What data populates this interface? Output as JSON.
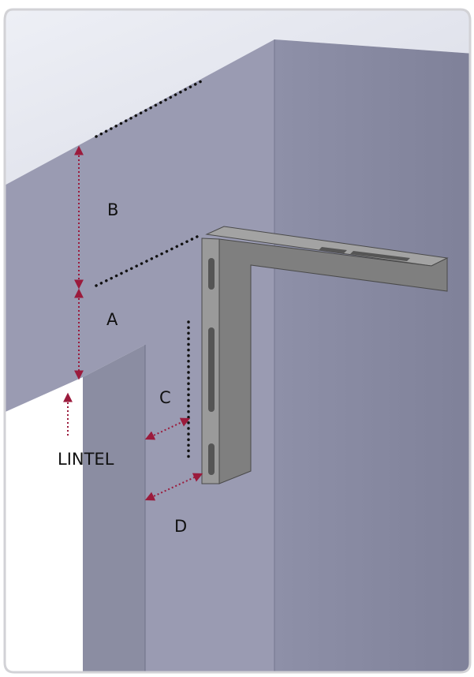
{
  "labels": {
    "a": "A",
    "b": "B",
    "c": "C",
    "d": "D",
    "lintel": "LINTEL"
  },
  "colors": {
    "ceiling": "#e6e7ef",
    "wall_front": "#9a9bb2",
    "wall_side": "#8a8ba3",
    "door_jamb": "#8b8da2",
    "bracket": "#8b8b8b",
    "bracket_dark": "#5f5f5f",
    "dimension_arrow": "#9b1b3c",
    "dotted_guide": "#111111",
    "frame_border": "#d2d2d6"
  },
  "icons": [
    "dimension-arrow-icon",
    "wall-bracket-icon"
  ]
}
